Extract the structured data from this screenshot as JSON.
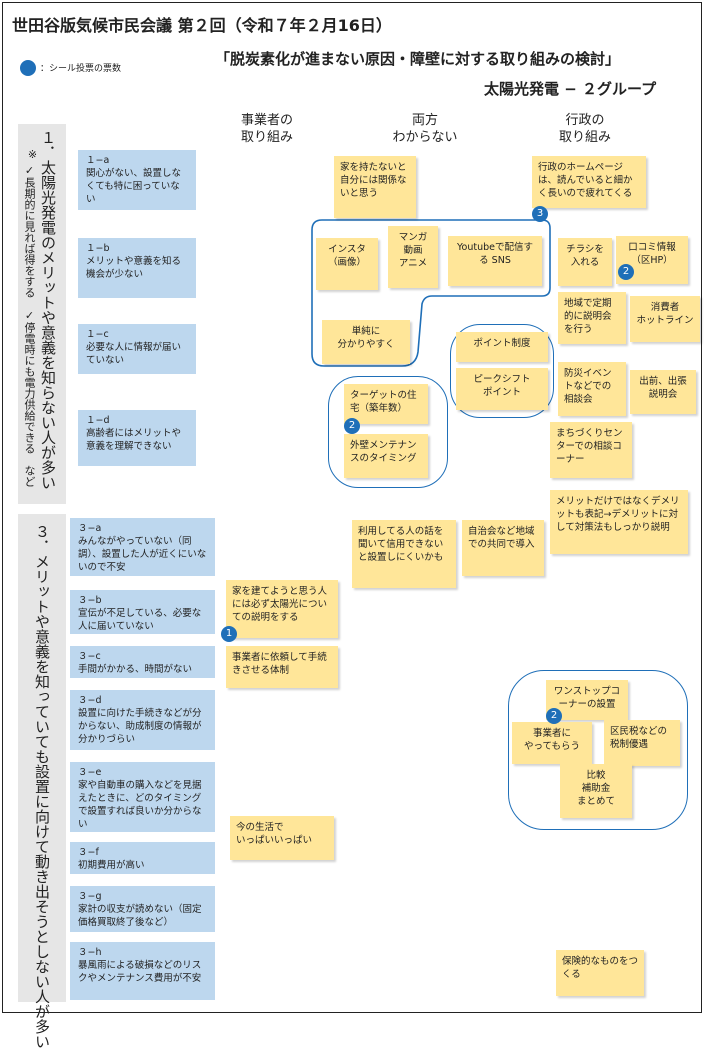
{
  "header": {
    "title": "世田谷版気候市民会議 第２回（令和７年２月16日）",
    "subtitle": "「脱炭素化が進まない原因・障壁に対する取り組みの検討」",
    "group": "太陽光発電 − ２グループ"
  },
  "legend": {
    "label": "：シール投票の票数",
    "color": "#1f6fb8"
  },
  "columns": [
    {
      "label": "事業者の\n取り組み"
    },
    {
      "label": "両方\nわからない"
    },
    {
      "label": "行政の\n取り組み"
    }
  ],
  "section1": {
    "title": "１．太陽光発電のメリットや意義を知らない人が多い",
    "note_mark": "※",
    "note": "✓長期的に見れば得をする　✓停電時にも電力供給できる　など",
    "items": [
      {
        "code": "１−a",
        "text": "関心がない、設置しなくても特に困っていない"
      },
      {
        "code": "１−b",
        "text": "メリットや意義を知る機会が少ない"
      },
      {
        "code": "１−c",
        "text": "必要な人に情報が届いていない"
      },
      {
        "code": "１−d",
        "text": "高齢者にはメリットや意義を理解できない"
      }
    ]
  },
  "section3": {
    "title": "３．メリットや意義を知っていても設置に向けて動き出そうとしない人が多い",
    "items": [
      {
        "code": "３−a",
        "text": "みんながやっていない（同調）、設置した人が近くにいないので不安"
      },
      {
        "code": "３−b",
        "text": "宣伝が不足している、必要な人に届いていない"
      },
      {
        "code": "３−c",
        "text": "手間がかかる、時間がない"
      },
      {
        "code": "３−d",
        "text": "設置に向けた手続きなどが分からない、助成制度の情報が分かりづらい"
      },
      {
        "code": "３−e",
        "text": "家や自動車の購入などを見据えたときに、どのタイミングで設置すれば良いか分からない"
      },
      {
        "code": "３−f",
        "text": "初期費用が高い"
      },
      {
        "code": "３−g",
        "text": "家計の収支が読めない（固定価格買取終了後など）"
      },
      {
        "code": "３−h",
        "text": "暴風雨による破損などのリスクやメンテナンス費用が不安"
      }
    ]
  },
  "notes": {
    "n1": "家を持たないと自分には関係ないと思う",
    "n2": "行政のホームページは、読んでいると細かく長いので疲れてくる",
    "n3": "インスタ\n（画像）",
    "n4": "マンガ\n動画\nアニメ",
    "n5": "Youtubeで配信する SNS",
    "n6": "チラシを\n入れる",
    "n7": "口コミ情報\n（区HP）",
    "n8": "地域で定期的に説明会を行う",
    "n9": "消費者\nホットライン",
    "n10": "単純に\n分かりやすく",
    "n11": "ポイント制度",
    "n12": "ピークシフト\nポイント",
    "n13": "防災イベントなどでの相談会",
    "n14": "出前、出張\n説明会",
    "n15": "ターゲットの住宅（築年数）",
    "n16": "外壁メンテナンスのタイミング",
    "n17": "まちづくりセンターでの相談コーナー",
    "n18": "メリットだけではなくデメリットも表記→デメリットに対して対策法もしっかり説明",
    "n19": "利用してる人の話を聞いて信用できないと設置しにくいかも",
    "n20": "自治会など地域での共同で導入",
    "n21": "家を建てようと思う人には必ず太陽光についての説明をする",
    "n22": "事業者に依頼して手続きさせる体制",
    "n23": "ワンストップコーナーの設置",
    "n24": "事業者に\nやってもらう",
    "n25": "区民税などの税制優遇",
    "n26": "比較\n補助金\nまとめて",
    "n27": "今の生活で\nいっぱいいっぱい",
    "n28": "保険的なものをつくる"
  },
  "votes": {
    "v1": "3",
    "v2": "2",
    "v3": "2",
    "v4": "1",
    "v5": "2"
  }
}
